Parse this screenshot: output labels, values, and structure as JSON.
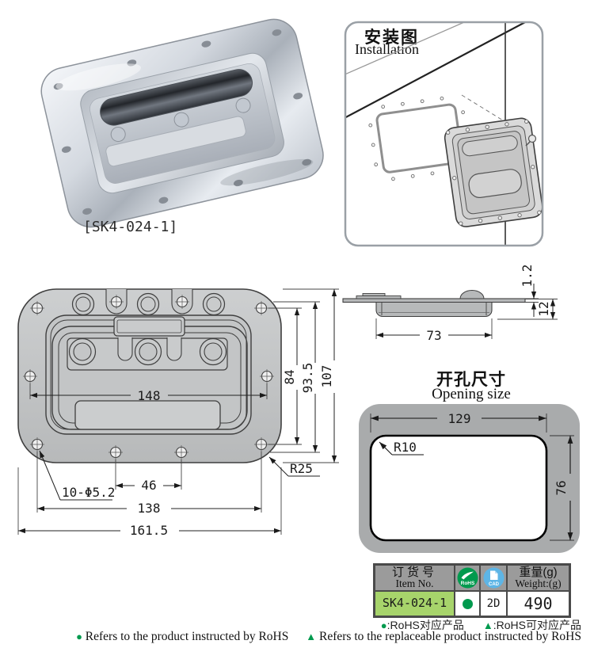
{
  "product": {
    "photo_label": "[SK4-024-1]"
  },
  "installation": {
    "title_cn": "安装图",
    "title_en": "Installation"
  },
  "front_view": {
    "dim_inner_width": "148",
    "dim_holes_height": "84",
    "dim_holes_height2": "93.5",
    "dim_total_height": "107",
    "dim_holes_label": "10-Φ5.2",
    "dim_center_spacing": "46",
    "dim_holes_width": "138",
    "dim_total_width": "161.5",
    "corner_radius": "R25"
  },
  "side_view": {
    "dim_thickness": "1.2",
    "dim_depth": "12",
    "dim_pan_width": "73"
  },
  "opening": {
    "title_cn": "开孔尺寸",
    "title_en": "Opening size",
    "dim_width": "129",
    "dim_height": "76",
    "corner_radius": "R10"
  },
  "spec_table": {
    "headers": {
      "item_cn": "订货号",
      "item_en": "Item No.",
      "rohs_icon": "RoHS",
      "cad_icon": "CAD",
      "weight_cn": "重量(g)",
      "weight_en": "Weight:(g)"
    },
    "row": {
      "item_no": "SK4-024-1",
      "cad": "2D",
      "weight": "490"
    }
  },
  "footer": {
    "dot": "●",
    "triangle": "▲",
    "legend_cn_1": ":RoHS对应产品",
    "legend_cn_2": ":RoHS可对应产品",
    "legend_en_1": "Refers to the product instructed by RoHS",
    "legend_en_2": "Refers to the replaceable product instructed by RoHS"
  },
  "colors": {
    "rohs_green": "#009a4e",
    "item_cell_green": "#a7d46b",
    "cad_blue": "#5db5e6",
    "table_header_gray": "#9b9b9b",
    "drawing_gray": "#c6c8c9",
    "opening_gray": "#a9abac"
  }
}
